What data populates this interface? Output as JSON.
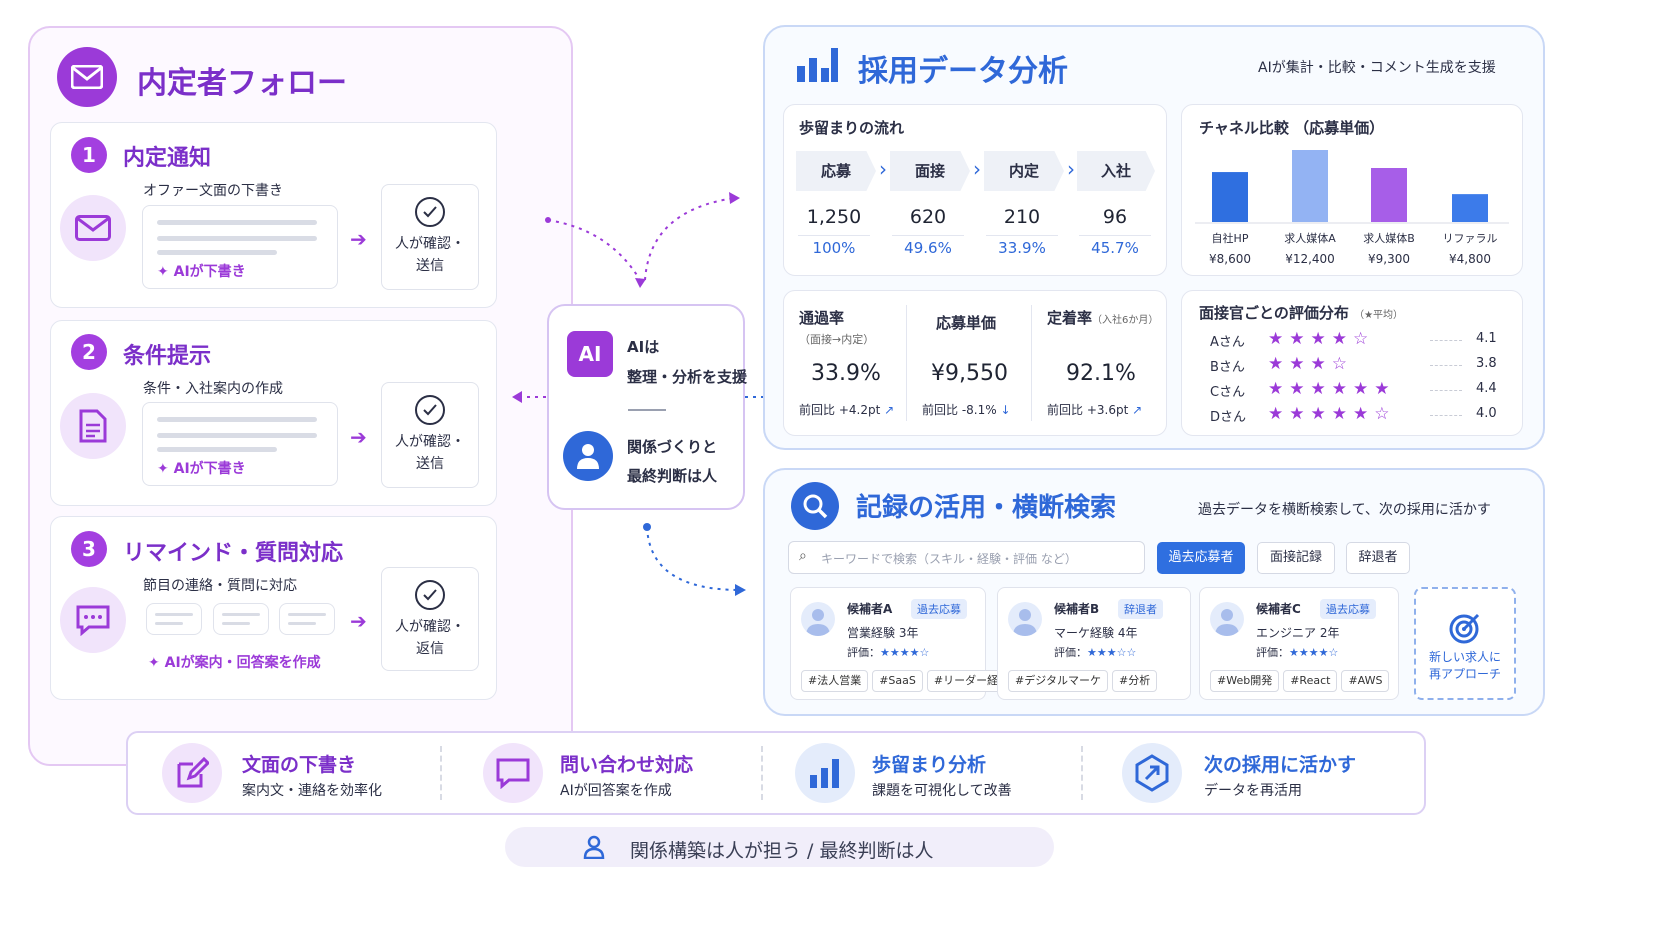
{
  "follow": {
    "title": "内定者フォロー",
    "steps": [
      {
        "num": "1",
        "title": "内定通知",
        "sub": "オファー文面の下書き",
        "ai": "AIが下書き",
        "confirm1": "人が確認・",
        "confirm2": "送信"
      },
      {
        "num": "2",
        "title": "条件提示",
        "sub": "条件・入社案内の作成",
        "ai": "AIが下書き",
        "confirm1": "人が確認・",
        "confirm2": "送信"
      },
      {
        "num": "3",
        "title": "リマインド・質問対応",
        "sub": "節目の連絡・質問に対応",
        "ai": "AIが案内・回答案を作成",
        "confirm1": "人が確認・",
        "confirm2": "返信"
      }
    ]
  },
  "center": {
    "ai_badge": "AI",
    "ai_line1": "AIは",
    "ai_line2": "整理・分析を支援",
    "human_line1": "関係づくりと",
    "human_line2": "最終判断は人"
  },
  "analysis": {
    "title": "採用データ分析",
    "subtitle": "AIが集計・比較・コメント生成を支援",
    "funnel": {
      "title": "歩留まりの流れ",
      "stages": [
        "応募",
        "面接",
        "内定",
        "入社"
      ],
      "counts": [
        "1,250",
        "620",
        "210",
        "96"
      ],
      "rates": [
        "100%",
        "49.6%",
        "33.9%",
        "45.7%"
      ]
    },
    "channel": {
      "title": "チャネル比較 （応募単価）",
      "chart_data": {
        "type": "bar",
        "categories": [
          "自社HP",
          "求人媒体A",
          "求人媒体B",
          "リファラル"
        ],
        "values": [
          8600,
          12400,
          9300,
          4800
        ],
        "value_labels": [
          "¥8,600",
          "¥12,400",
          "¥9,300",
          "¥4,800"
        ],
        "colors": [
          "#2f6fe0",
          "#93b3f3",
          "#a75ee8",
          "#3c7bea"
        ]
      }
    },
    "kpis": [
      {
        "title": "通過率",
        "note": "（面接→内定）",
        "value": "33.9%",
        "delta": "前回比 +4.2pt",
        "arrow": "↗"
      },
      {
        "title": "応募単価",
        "note": "",
        "value": "¥9,550",
        "delta": "前回比 -8.1%",
        "arrow": "↓"
      },
      {
        "title": "定着率",
        "note": "（入社6か月）",
        "value": "92.1%",
        "delta": "前回比 +3.6pt",
        "arrow": "↗"
      }
    ],
    "ratings": {
      "title": "面接官ごとの評価分布",
      "note": "（★平均）",
      "rows": [
        {
          "name": "Aさん",
          "score": "4.1",
          "stars": 4.5
        },
        {
          "name": "Bさん",
          "score": "3.8",
          "stars": 3.5
        },
        {
          "name": "Cさん",
          "score": "4.4",
          "stars": 6
        },
        {
          "name": "Dさん",
          "score": "4.0",
          "stars": 5.5
        }
      ]
    }
  },
  "records": {
    "title": "記録の活用・横断検索",
    "subtitle": "過去データを横断検索して、次の採用に活かす",
    "search_placeholder": "キーワードで検索（スキル・経験・評価 など）",
    "filters": [
      "過去応募者",
      "面接記録",
      "辞退者"
    ],
    "candidates": [
      {
        "name": "候補者A",
        "badge": "過去応募",
        "exp": "営業経験 3年",
        "rating_label": "評価：",
        "stars": "★★★★☆",
        "tags": [
          "#法人営業",
          "#SaaS",
          "#リーダー経験"
        ]
      },
      {
        "name": "候補者B",
        "badge": "辞退者",
        "exp": "マーケ経験 4年",
        "rating_label": "評価：",
        "stars": "★★★☆☆",
        "tags": [
          "#デジタルマーケ",
          "#分析"
        ]
      },
      {
        "name": "候補者C",
        "badge": "過去応募",
        "exp": "エンジニア 2年",
        "rating_label": "評価：",
        "stars": "★★★★☆",
        "tags": [
          "#Web開発",
          "#React",
          "#AWS"
        ]
      }
    ],
    "reapproach_line1": "新しい求人に",
    "reapproach_line2": "再アプローチ"
  },
  "bottom": {
    "items": [
      {
        "title": "文面の下書き",
        "desc": "案内文・連絡を効率化"
      },
      {
        "title": "問い合わせ対応",
        "desc": "AIが回答案を作成"
      },
      {
        "title": "歩留まり分析",
        "desc": "課題を可視化して改善"
      },
      {
        "title": "次の採用に活かす",
        "desc": "データを再活用"
      }
    ],
    "footer": "関係構築は人が担う / 最終判断は人"
  }
}
